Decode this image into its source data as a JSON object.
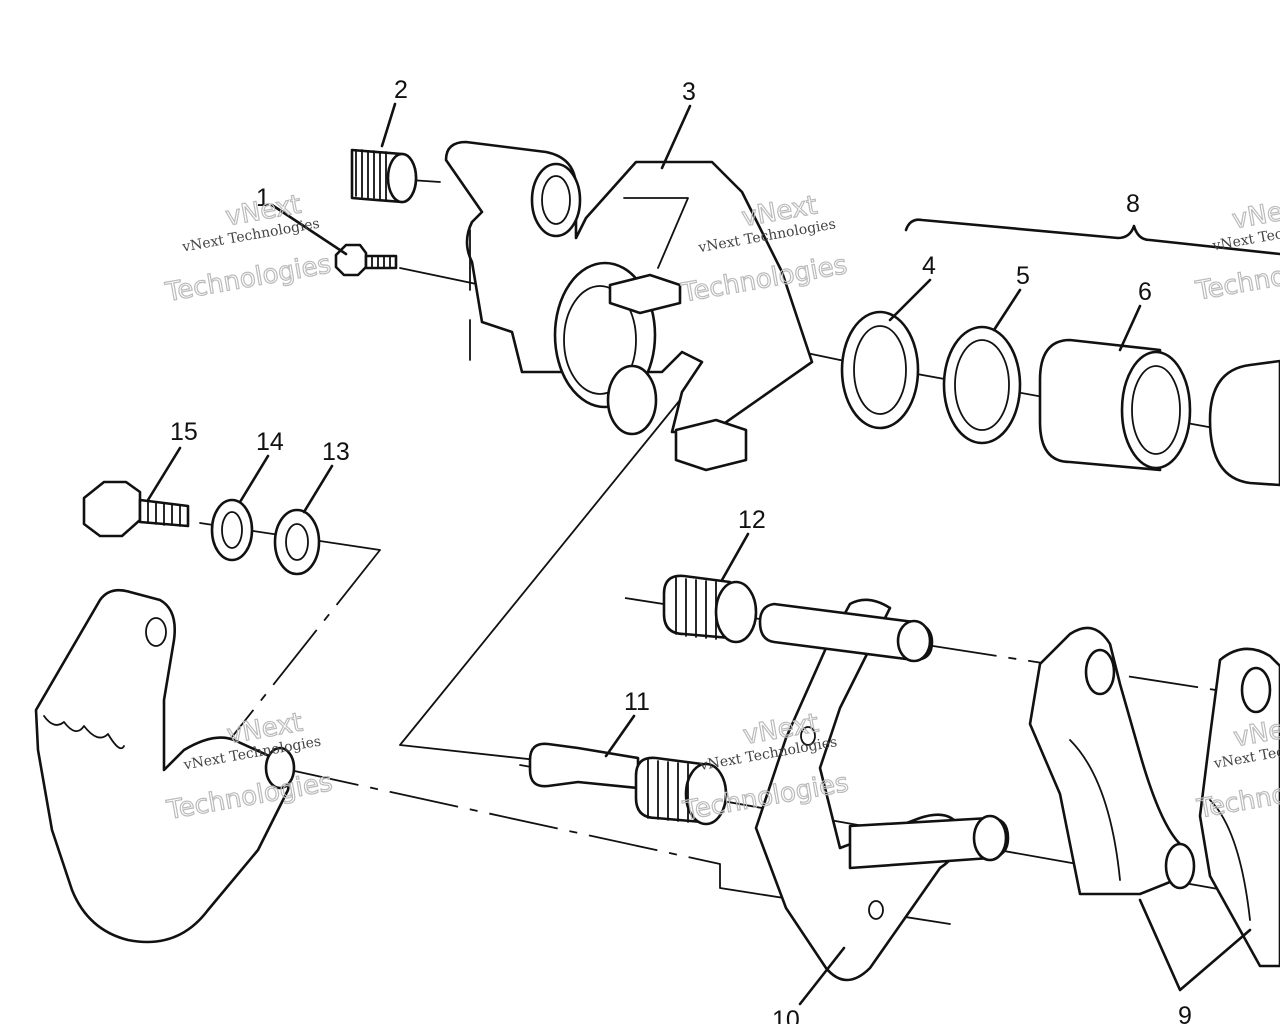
{
  "callouts": [
    "1",
    "2",
    "3",
    "4",
    "5",
    "6",
    "8",
    "9",
    "10",
    "11",
    "12",
    "13",
    "14",
    "15"
  ],
  "watermark": {
    "top_line": "vNext",
    "small_line": "vNext Technologies",
    "big_line": "Technologies"
  }
}
